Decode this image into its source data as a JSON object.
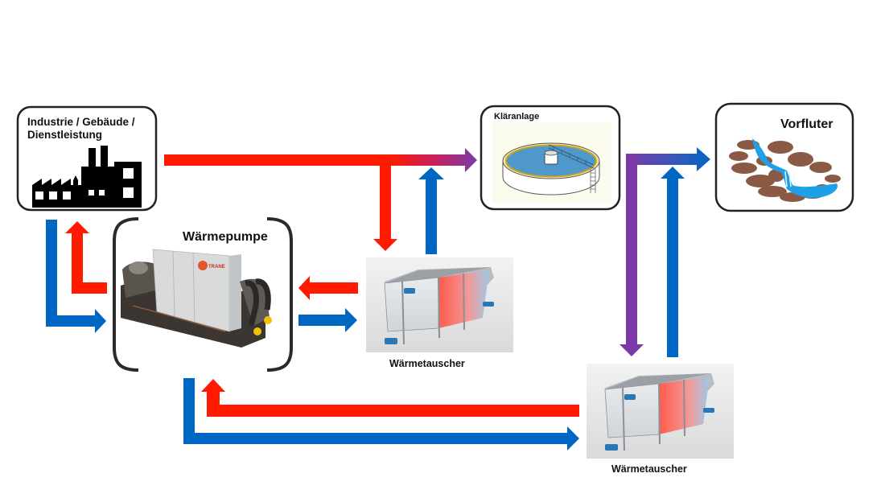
{
  "title": "Abwasser-Wärmerückgewinnung",
  "nodes": {
    "industry": {
      "label_line1": "Industrie / Gebäude /",
      "label_line2": "Dienstleistung",
      "icon": "factory-icon"
    },
    "treatment_plant": {
      "label": "Kläranlage",
      "icon": "clarifier-tank-icon"
    },
    "receiving_water": {
      "label": "Vorfluter",
      "icon": "river-waterfall-icon"
    },
    "heat_pump": {
      "label": "Wärmepumpe",
      "icon": "heat-pump-unit-icon",
      "brand": "TRANE"
    },
    "heat_exchanger_1": {
      "label": "Wärmetauscher",
      "icon": "heat-exchanger-icon"
    },
    "heat_exchanger_2": {
      "label": "Wärmetauscher",
      "icon": "heat-exchanger-icon"
    }
  },
  "colors": {
    "hot": "#ff1a00",
    "cold": "#0066c4",
    "mixed": "#7b3aa8"
  },
  "flows": [
    {
      "from": "industry",
      "to": "treatment_plant",
      "type": "hot-to-mixed"
    },
    {
      "from": "industry_line",
      "to": "heat_exchanger_1",
      "type": "hot"
    },
    {
      "from": "heat_exchanger_1",
      "to": "treatment_plant_line",
      "type": "cold"
    },
    {
      "from": "treatment_plant",
      "to": "receiving_water",
      "type": "mixed-to-cold"
    },
    {
      "from": "treatment_plant_line",
      "to": "heat_exchanger_2",
      "type": "mixed"
    },
    {
      "from": "heat_exchanger_2",
      "to": "receiving_water_line",
      "type": "cold"
    },
    {
      "from": "industry",
      "to": "heat_pump",
      "type": "cold"
    },
    {
      "from": "heat_pump",
      "to": "industry",
      "type": "hot"
    },
    {
      "from": "heat_exchanger_1",
      "to": "heat_pump",
      "type": "hot"
    },
    {
      "from": "heat_pump",
      "to": "heat_exchanger_1",
      "type": "cold"
    },
    {
      "from": "heat_exchanger_2",
      "to": "heat_pump",
      "type": "hot"
    },
    {
      "from": "heat_pump",
      "to": "heat_exchanger_2",
      "type": "cold"
    }
  ]
}
